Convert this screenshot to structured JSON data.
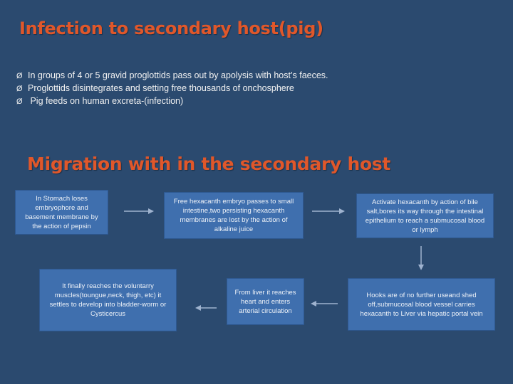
{
  "colors": {
    "background": "#2b4a6f",
    "title": "#e0572a",
    "box_fill": "#3f6fae",
    "arrow": "#9fb3cf"
  },
  "slide": {
    "title": "Infection to secondary host(pig)",
    "bullet_marker": "Ø",
    "bullets": [
      "In groups of 4 or 5  gravid proglottids pass out  by apolysis with host’s faeces.",
      "Proglottids disintegrates and setting free thousands of onchosphere",
      " Pig feeds on human excreta-(infection)"
    ],
    "subtitle": "Migration with in the secondary host"
  },
  "flow": {
    "steps": [
      "In Stomach loses embryophore  and basement membrane  by the action of  pepsin",
      "Free hexacanth embryo passes to small intestine,two persisting hexacanth membranes are lost by the action of alkaline juice",
      "Activate hexacanth by action of bile salt,bores its way through the intestinal epithelium to reach a submucosal blood or lymph",
      "Hooks  are of no further useand shed off,submucosal blood vessel carries hexacanth to Liver via hepatic portal vein",
      "From liver it reaches heart and enters arterial circulation",
      "It finally reaches the voluntarry muscles(toungue,neck, thigh, etc) it settles to develop into bladder-worm or Cysticercus"
    ]
  }
}
